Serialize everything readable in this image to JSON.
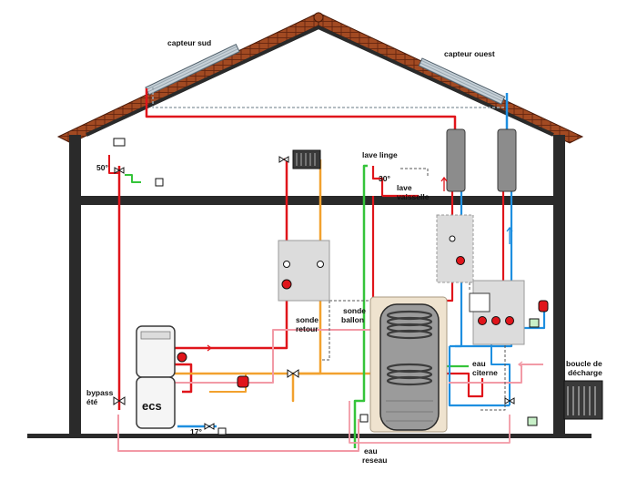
{
  "labels": {
    "capteur_sud": "capteur sud",
    "capteur_ouest": "capteur ouest",
    "lave_linge": "lave linge",
    "temp_30": "30°",
    "lave": "lave",
    "vaisselle": "vaisselle",
    "temp_50": "50°",
    "sonde": "sonde",
    "retour": "retour",
    "sonde2": "sonde",
    "ballon": "ballon",
    "eau_citerne_1": "eau",
    "eau_citerne_2": "citerne",
    "boucle_1": "boucle de",
    "boucle_2": "décharge",
    "bypass_1": "bypass",
    "bypass_2": "été",
    "ecs": "ecs",
    "temp_17": "17°",
    "eau_reseau_1": "eau",
    "eau_reseau_2": "reseau"
  },
  "colors": {
    "hot": "#e0151b",
    "cold": "#1e8fe0",
    "green": "#35c43a",
    "orange": "#f2a12e",
    "pink": "#f29aa6",
    "structure": "#2a2a2a",
    "roof": "#8b3318",
    "collector": "#b9c4cc"
  },
  "icons": {
    "pump": "pump-icon",
    "valve": "valve-icon",
    "radiator": "radiator-icon",
    "expansion_vessel": "expansion-vessel-icon",
    "tap": "tap-icon"
  }
}
